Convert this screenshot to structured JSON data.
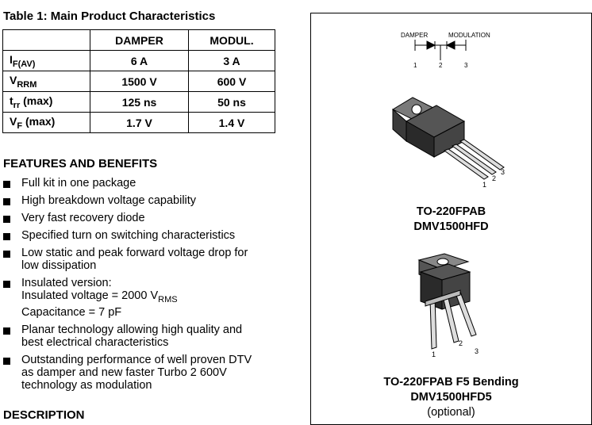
{
  "table": {
    "title": "Table 1: Main Product Characteristics",
    "headers": [
      "DAMPER",
      "MODUL."
    ],
    "rows": [
      {
        "param_main": "I",
        "param_sub": "F(AV)",
        "param_suffix": "",
        "damper": "6 A",
        "modul": "3 A"
      },
      {
        "param_main": "V",
        "param_sub": "RRM",
        "param_suffix": "",
        "damper": "1500 V",
        "modul": "600 V"
      },
      {
        "param_main": "t",
        "param_sub": "rr",
        "param_suffix": " (max)",
        "damper": "125 ns",
        "modul": "50 ns"
      },
      {
        "param_main": "V",
        "param_sub": "F",
        "param_suffix": " (max)",
        "damper": "1.7 V",
        "modul": "1.4 V"
      }
    ]
  },
  "features": {
    "heading": "FEATURES AND BENEFITS",
    "items": [
      {
        "line1": "Full kit in one package"
      },
      {
        "line1": "High breakdown voltage capability"
      },
      {
        "line1": "Very fast recovery diode"
      },
      {
        "line1": "Specified turn on switching characteristics"
      },
      {
        "line1": "Low static and peak forward voltage drop for",
        "line2": "low dissipation"
      },
      {
        "line1": "Insulated version:",
        "line2a": "Insulated voltage = 2000 V",
        "line2sub": "RMS",
        "line3": "Capacitance = 7 pF"
      },
      {
        "line1": "Planar technology allowing high quality and",
        "line2": "best electrical characteristics"
      },
      {
        "line1": "Outstanding performance of well proven DTV",
        "line2": "as damper and new faster Turbo 2 600V",
        "line3": "technology as modulation"
      }
    ]
  },
  "description": {
    "heading": "DESCRIPTION"
  },
  "panel": {
    "schematic": {
      "damper_label": "DAMPER",
      "modulation_label": "MODULATION",
      "pins": [
        "1",
        "2",
        "3"
      ]
    },
    "package1": {
      "pins": [
        "1",
        "2",
        "3"
      ],
      "name": "TO-220FPAB",
      "part": "DMV1500HFD"
    },
    "package2": {
      "pins": [
        "1",
        "2",
        "3"
      ],
      "name": "TO-220FPAB F5 Bending",
      "part": "DMV1500HFD5",
      "note": "(optional)"
    }
  }
}
